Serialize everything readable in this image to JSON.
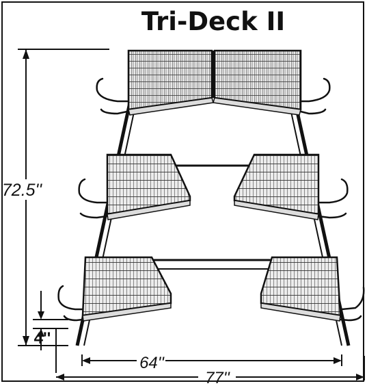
{
  "title": "Tri-Deck II",
  "dimensions": {
    "height_overall": "72.5''",
    "gap_small": "4''",
    "width_inner": "64''",
    "width_overall": "77''"
  },
  "colors": {
    "ink": "#111111",
    "cage_fill": "#e6e6e6",
    "background": "#ffffff"
  }
}
